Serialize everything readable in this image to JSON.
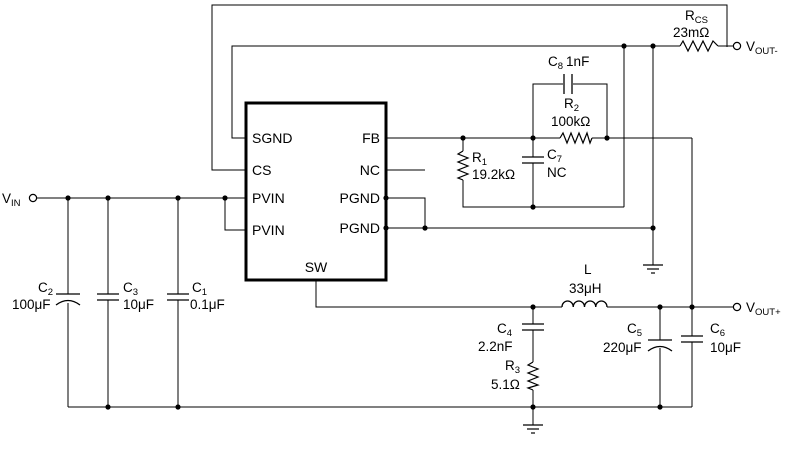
{
  "ic": {
    "pins_left": [
      "SGND",
      "CS",
      "PVIN",
      "PVIN"
    ],
    "pins_right": [
      "FB",
      "NC",
      "PGND",
      "PGND"
    ],
    "pin_bottom": "SW"
  },
  "nets": {
    "vin": {
      "main": "V",
      "sub": "IN"
    },
    "vout_minus": {
      "main": "V",
      "sub": "OUT-"
    },
    "vout_plus": {
      "main": "V",
      "sub": "OUT+"
    }
  },
  "parts": {
    "rcs": {
      "ref": "R",
      "sub": "CS",
      "value": "23mΩ"
    },
    "c8": {
      "ref": "C",
      "sub": "8",
      "value": "1nF"
    },
    "r2": {
      "ref": "R",
      "sub": "2",
      "value": "100kΩ"
    },
    "r1": {
      "ref": "R",
      "sub": "1",
      "value": "19.2kΩ"
    },
    "c7": {
      "ref": "C",
      "sub": "7",
      "value": "NC"
    },
    "c2": {
      "ref": "C",
      "sub": "2",
      "value": "100μF"
    },
    "c3": {
      "ref": "C",
      "sub": "3",
      "value": "10μF"
    },
    "c1": {
      "ref": "C",
      "sub": "1",
      "value": "0.1μF"
    },
    "l": {
      "ref": "L",
      "value": "33μH"
    },
    "c4": {
      "ref": "C",
      "sub": "4",
      "value": "2.2nF"
    },
    "r3": {
      "ref": "R",
      "sub": "3",
      "value": "5.1Ω"
    },
    "c5": {
      "ref": "C",
      "sub": "5",
      "value": "220μF"
    },
    "c6": {
      "ref": "C",
      "sub": "6",
      "value": "10μF"
    }
  }
}
